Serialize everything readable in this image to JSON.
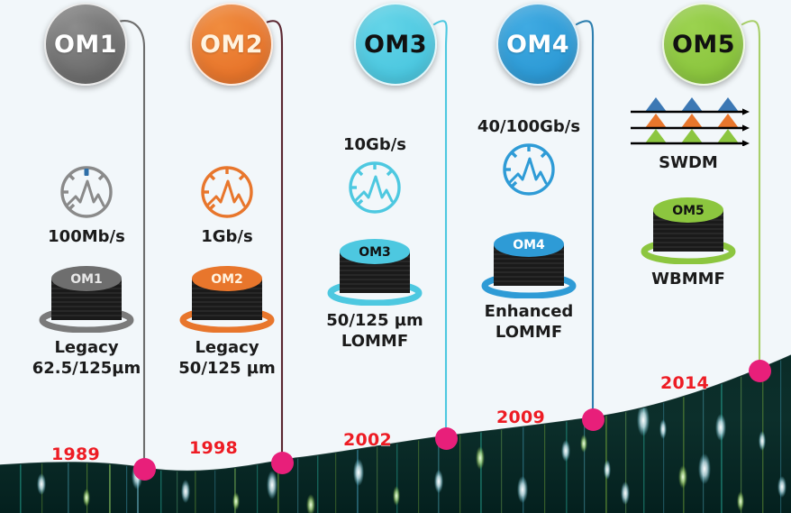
{
  "meta": {
    "background_color": "#F2F7FA",
    "year_color": "#ED1C24",
    "dot_color": "#E81F7A",
    "band_color": "#0B2B28"
  },
  "generations": [
    {
      "id": "om1",
      "badge": "OM1",
      "badge_text_color": "#FFFFFF",
      "color": "#6E6E6E",
      "color_light": "#8C8C8C",
      "line_color": "#6E6E6E",
      "speed": "100Mb/s",
      "speed_position": "below-icon",
      "icon": "speed-gauge-icon",
      "spool_label": "OM1",
      "spool_label_color": "#E8E8E8",
      "caption_lines": [
        "Legacy",
        "62.5/125µm"
      ],
      "year": "1989"
    },
    {
      "id": "om2",
      "badge": "OM2",
      "badge_text_color": "#FFF3E0",
      "color": "#E8762C",
      "color_light": "#F08C3E",
      "line_color": "#5B2630",
      "speed": "1Gb/s",
      "speed_position": "below-icon",
      "icon": "speed-gauge-icon",
      "spool_label": "OM2",
      "spool_label_color": "#FFF3E0",
      "caption_lines": [
        "Legacy",
        "50/125 µm"
      ],
      "year": "1998"
    },
    {
      "id": "om3",
      "badge": "OM3",
      "badge_text_color": "#111111",
      "color": "#4DC8E0",
      "color_light": "#63D4E8",
      "line_color": "#4DC8E0",
      "speed": "10Gb/s",
      "speed_position": "above-icon",
      "icon": "speed-gauge-icon",
      "spool_label": "OM3",
      "spool_label_color": "#111111",
      "caption_lines": [
        "50/125 µm",
        "LOMMF"
      ],
      "year": "2002"
    },
    {
      "id": "om4",
      "badge": "OM4",
      "badge_text_color": "#FFFFFF",
      "color": "#2E9BD6",
      "color_light": "#3FAAE2",
      "line_color": "#2E7FAF",
      "speed": "40/100Gb/s",
      "speed_position": "above-icon",
      "icon": "speed-gauge-icon",
      "spool_label": "OM4",
      "spool_label_color": "#FFFFFF",
      "caption_lines": [
        "Enhanced",
        "LOMMF"
      ],
      "year": "2009"
    },
    {
      "id": "om5",
      "badge": "OM5",
      "badge_text_color": "#111111",
      "color": "#8CC63F",
      "color_light": "#9BD24F",
      "line_color": "#A8CF6A",
      "speed": "SWDM",
      "speed_position": "below-icon",
      "icon": "swdm-icon",
      "spool_label": "OM5",
      "spool_label_color": "#111111",
      "caption_lines": [
        "WBMMF"
      ],
      "year": "2014"
    }
  ],
  "swdm_icon": {
    "row_colors": [
      "#3C78B4",
      "#E8762C",
      "#8CC63F"
    ],
    "triangles_per_row": 3,
    "arrow_color": "#000000"
  }
}
